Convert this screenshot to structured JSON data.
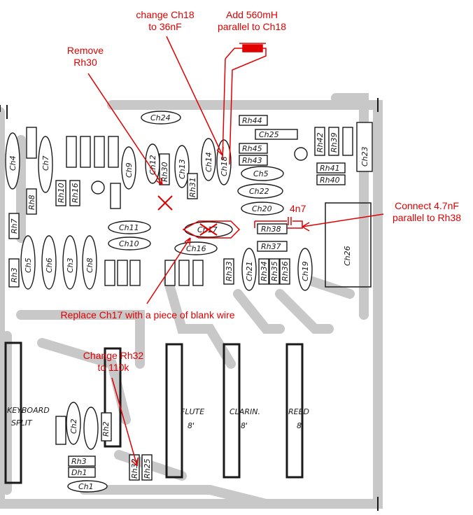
{
  "annotations": {
    "change_ch18": [
      "change Ch18",
      "to 36nF"
    ],
    "add_560mh": [
      "Add 560mH",
      "parallel to Ch18"
    ],
    "remove_rh30": [
      "Remove",
      "Rh30"
    ],
    "connect_47nf": [
      "Connect 4.7nF",
      "parallel to Rh38"
    ],
    "replace_ch17": "Replace Ch17 with a piece of blank wire",
    "change_rh32": [
      "Change Rh32",
      "to 110k"
    ],
    "cap_value": "4n7"
  },
  "board_labels": {
    "ch24": "Ch24",
    "rh44": "Rh44",
    "ch25": "Ch25",
    "rh45": "Rh45",
    "rh43": "Rh43",
    "ch5": "Ch5",
    "ch22": "Ch22",
    "ch20": "Ch20",
    "rh38": "Rh38",
    "rh37": "Rh37",
    "ch26": "Ch26",
    "rh41": "Rh41",
    "rh40": "Rh40",
    "rh42": "Rh42",
    "rh39": "Rh39",
    "ch23": "Ch23",
    "ch11": "Ch11",
    "ch10": "Ch10",
    "ch17": "Ch17",
    "ch16": "Ch16",
    "ch19": "Ch19",
    "ch21": "Ch21",
    "rh33": "Rh33",
    "rh34": "Rh34",
    "rh35": "Rh35",
    "rh36": "Rh36",
    "ch18": "Ch18",
    "ch14": "Ch14",
    "ch13": "Ch13",
    "ch12": "Ch12",
    "ch9": "Ch9",
    "rh30": "Rh30",
    "rh31": "Rh31",
    "ch4": "Ch4",
    "ch7": "Ch7",
    "ch5b": "Ch5",
    "ch6": "Ch6",
    "ch3": "Ch3",
    "ch8": "Ch8",
    "rh7": "Rh7",
    "rh3": "Rh3",
    "rh8": "Rh8",
    "rh10": "Rh10",
    "rh16": "Rh16",
    "keyboard": "KEYBOARD",
    "split": "SPLIT",
    "flute": "FLUTE",
    "flute_sub": "8'",
    "clarin": "CLARIN.",
    "clarin_sub": "8'",
    "reed": "REED",
    "reed_sub": "8'",
    "rh3b": "Rh3",
    "dh1": "Dh1",
    "ch1": "Ch1",
    "rh2": "Rh2",
    "ch2": "Ch2",
    "rh32": "Rh32",
    "rh25": "Rh25"
  },
  "colors": {
    "annotation": "#e00000",
    "ink": "#1a1a1a",
    "trace": "#c8c8c8"
  }
}
